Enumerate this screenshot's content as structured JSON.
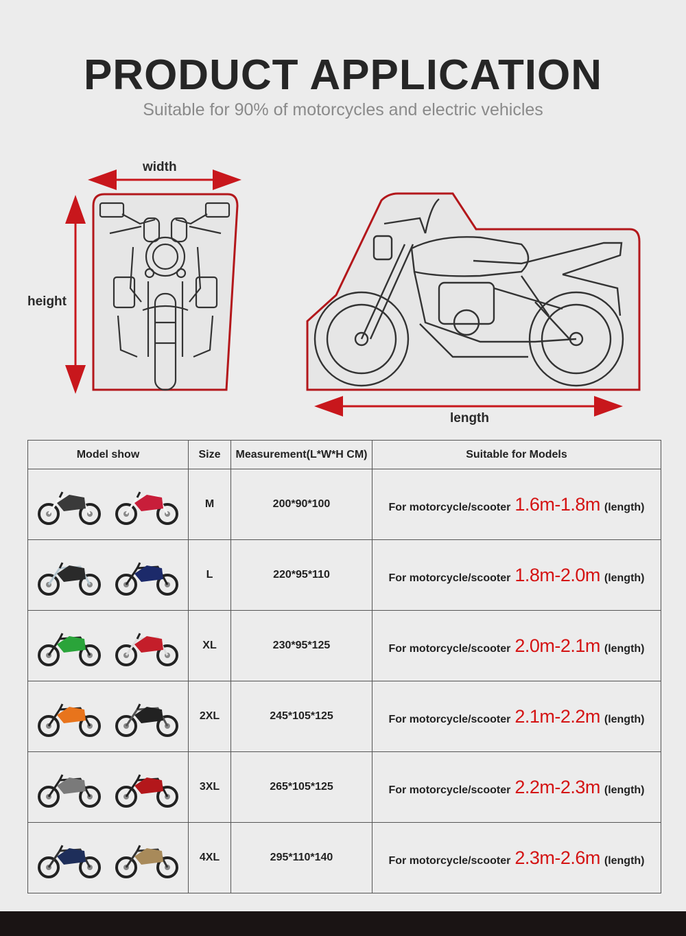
{
  "header": {
    "title": "PRODUCT APPLICATION",
    "subtitle": "Suitable for 90% of motorcycles and electric vehicles"
  },
  "diagram": {
    "width_label": "width",
    "height_label": "height",
    "length_label": "length",
    "accent_color": "#c8171c"
  },
  "table": {
    "headers": [
      "Model show",
      "Size",
      "Measurement(L*W*H CM)",
      "Suitable for Models"
    ],
    "rows": [
      {
        "size": "M",
        "measurement": "200*90*100",
        "prefix": "For motorcycle/scooter",
        "range": "1.6m-1.8m",
        "unit": "(length)",
        "bikes": [
          "bicycle",
          "scooter-red"
        ]
      },
      {
        "size": "L",
        "measurement": "220*95*110",
        "prefix": "For motorcycle/scooter",
        "range": "1.8m-2.0m",
        "unit": "(length)",
        "bikes": [
          "underbone-motorcycle",
          "scooter-blue"
        ]
      },
      {
        "size": "XL",
        "measurement": "230*95*125",
        "prefix": "For motorcycle/scooter",
        "range": "2.0m-2.1m",
        "unit": "(length)",
        "bikes": [
          "sportbike-green",
          "sportbike-red"
        ]
      },
      {
        "size": "2XL",
        "measurement": "245*105*125",
        "prefix": "For motorcycle/scooter",
        "range": "2.1m-2.2m",
        "unit": "(length)",
        "bikes": [
          "dirtbike-orange",
          "naked-bike-black"
        ]
      },
      {
        "size": "3XL",
        "measurement": "265*105*125",
        "prefix": "For motorcycle/scooter",
        "range": "2.2m-2.3m",
        "unit": "(length)",
        "bikes": [
          "touring-bike-silver",
          "maxi-scooter-red"
        ]
      },
      {
        "size": "4XL",
        "measurement": "295*110*140",
        "prefix": "For motorcycle/scooter",
        "range": "2.3m-2.6m",
        "unit": "(length)",
        "bikes": [
          "cruiser-blue",
          "tourer-gold"
        ]
      }
    ],
    "range_color": "#d41414"
  }
}
